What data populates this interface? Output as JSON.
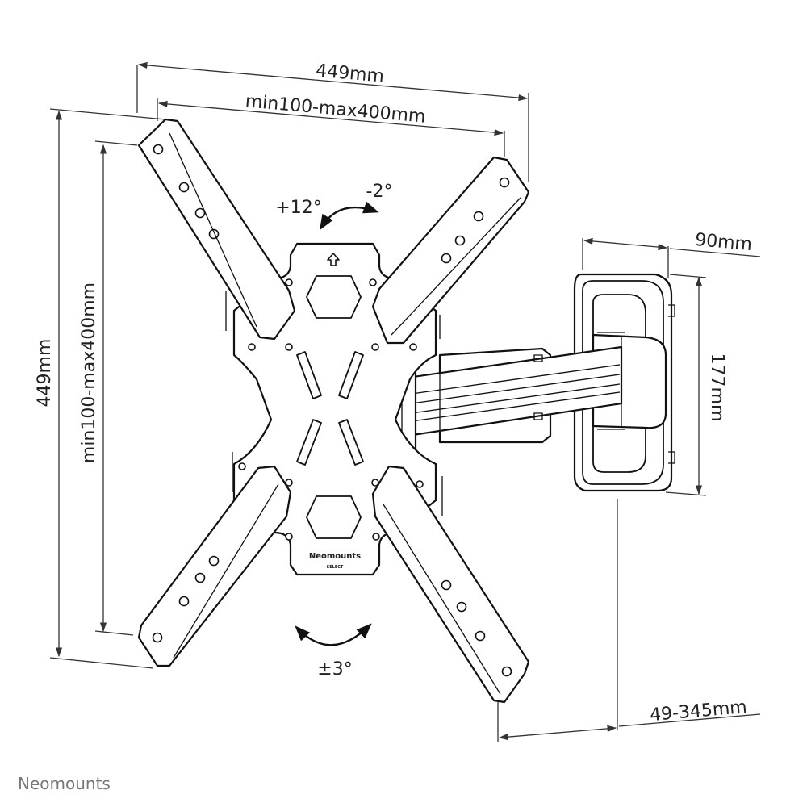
{
  "dimensions": {
    "total_width": "449mm",
    "width_range": "min100-max400mm",
    "total_height": "449mm",
    "height_range": "min100-max400mm",
    "wall_plate_depth": "90mm",
    "wall_plate_height": "177mm",
    "extension_range": "49-345mm"
  },
  "angles": {
    "tilt_up": "+12°",
    "tilt_down": "-2°",
    "rotation": "±3°"
  },
  "plate_logo": {
    "brand": "Neomounts",
    "sub": "SELECT"
  },
  "footer_brand": "Neomounts",
  "colors": {
    "line": "#111111",
    "dimension_line": "#333333",
    "brand_gray": "#777777"
  },
  "icons": [
    "up-arrow-icon"
  ]
}
